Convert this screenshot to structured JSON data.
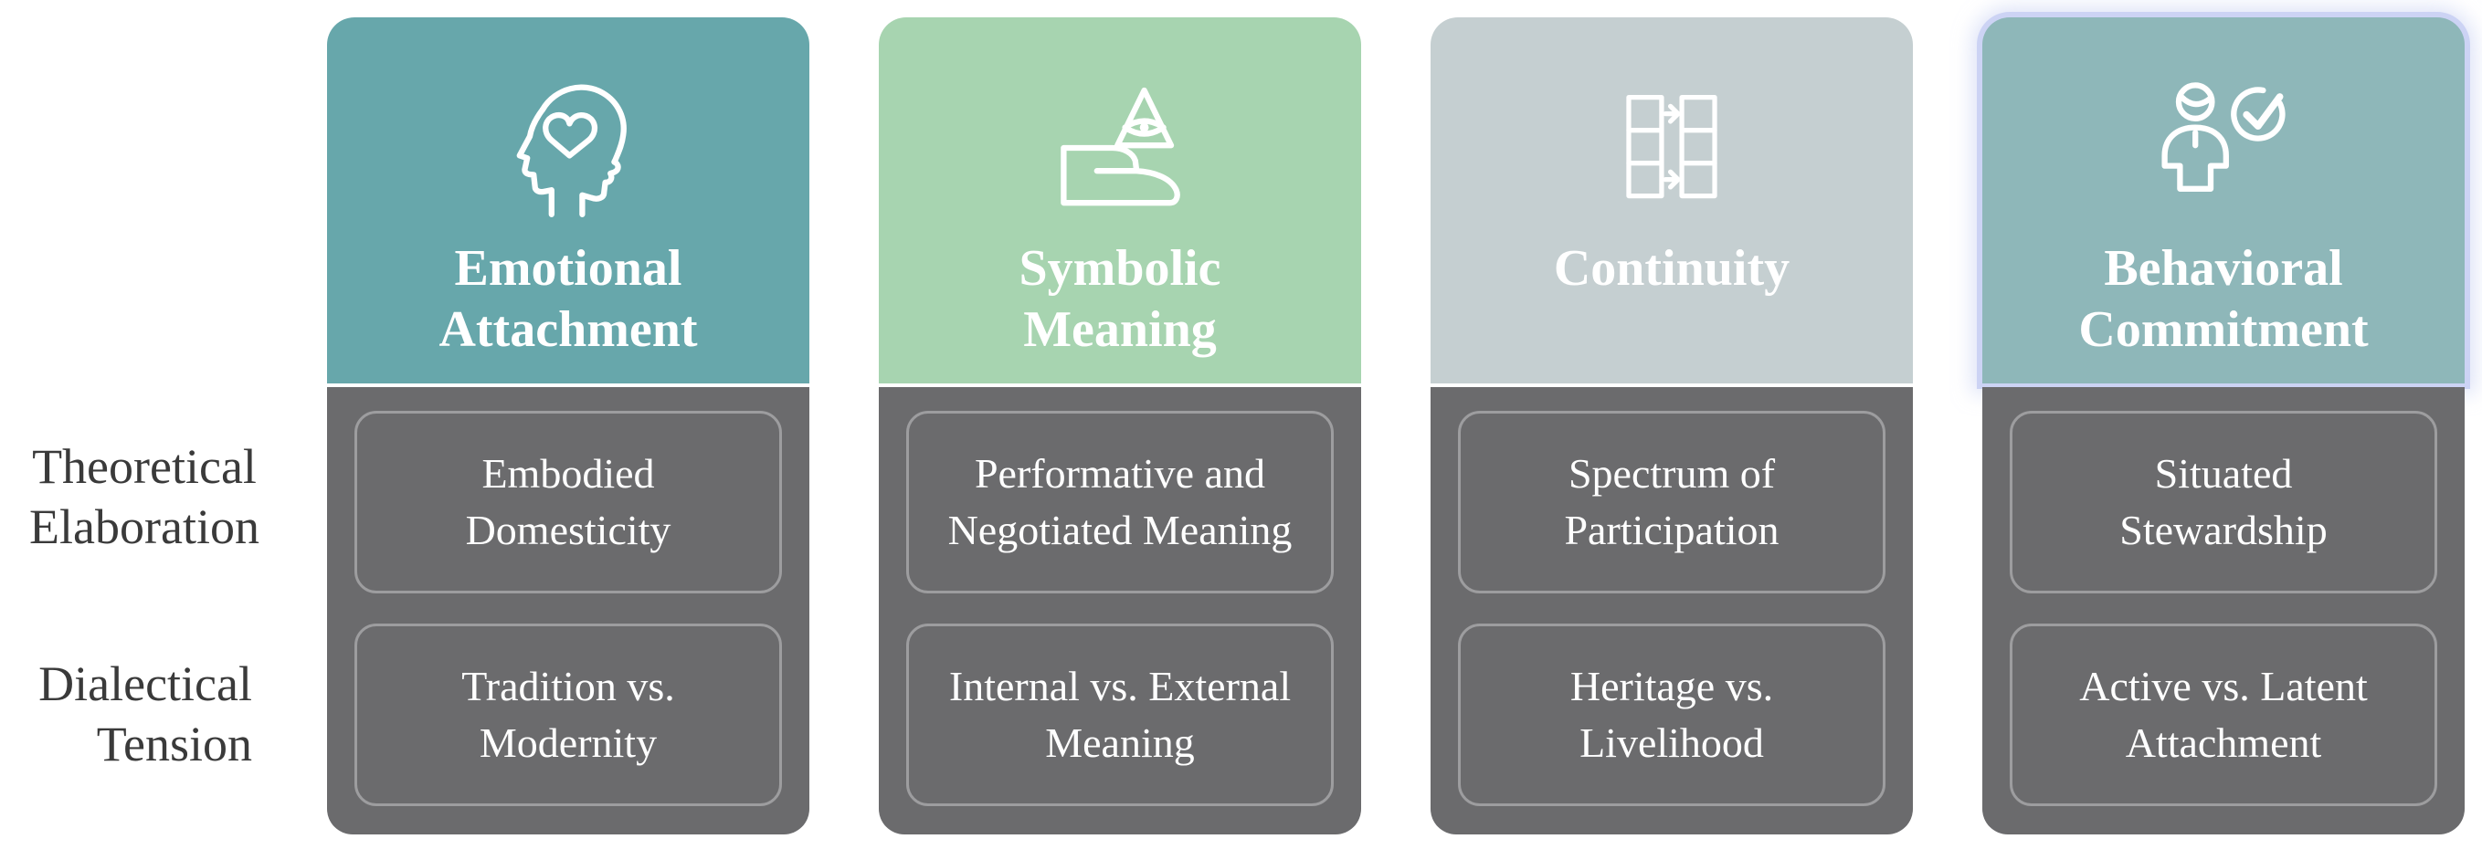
{
  "figure": {
    "background": "#ffffff",
    "row_labels": {
      "theoretical": {
        "text": "Theoretical\nElaboration"
      },
      "dialectical": {
        "text": "Dialectical\nTension"
      }
    },
    "columns": [
      {
        "title": "Emotional\nAttachment",
        "icon": "head-with-heart-icon",
        "header_color": "#67a7ab",
        "theoretical_elaboration": "Embodied\nDomesticity",
        "dialectical_tension": "Tradition vs.\nModernity"
      },
      {
        "title": "Symbolic\nMeaning",
        "icon": "pyramid-eye-over-hand-icon",
        "header_color": "#a7d4b0",
        "theoretical_elaboration": "Performative and\nNegotiated Meaning",
        "dialectical_tension": "Internal vs. External\nMeaning"
      },
      {
        "title": "Continuity",
        "icon": "stacked-blocks-transfer-icon",
        "header_color": "#c5cfd1",
        "theoretical_elaboration": "Spectrum of\nParticipation",
        "dialectical_tension": "Heritage vs.\nLivelihood"
      },
      {
        "title": "Behavioral\nCommitment",
        "icon": "person-with-checkmark-icon",
        "header_color": "#8eb7b9",
        "highlight_outline_color": "#ccd3f4",
        "theoretical_elaboration": "Situated\nStewardship",
        "dialectical_tension": "Active vs. Latent\nAttachment"
      }
    ],
    "colors": {
      "body_panel": "#6b6b6d",
      "cell_border": "#9d9d9f",
      "card_text": "#ffffff",
      "label_text": "#3a3a3a",
      "icon_stroke": "#ffffff"
    }
  }
}
